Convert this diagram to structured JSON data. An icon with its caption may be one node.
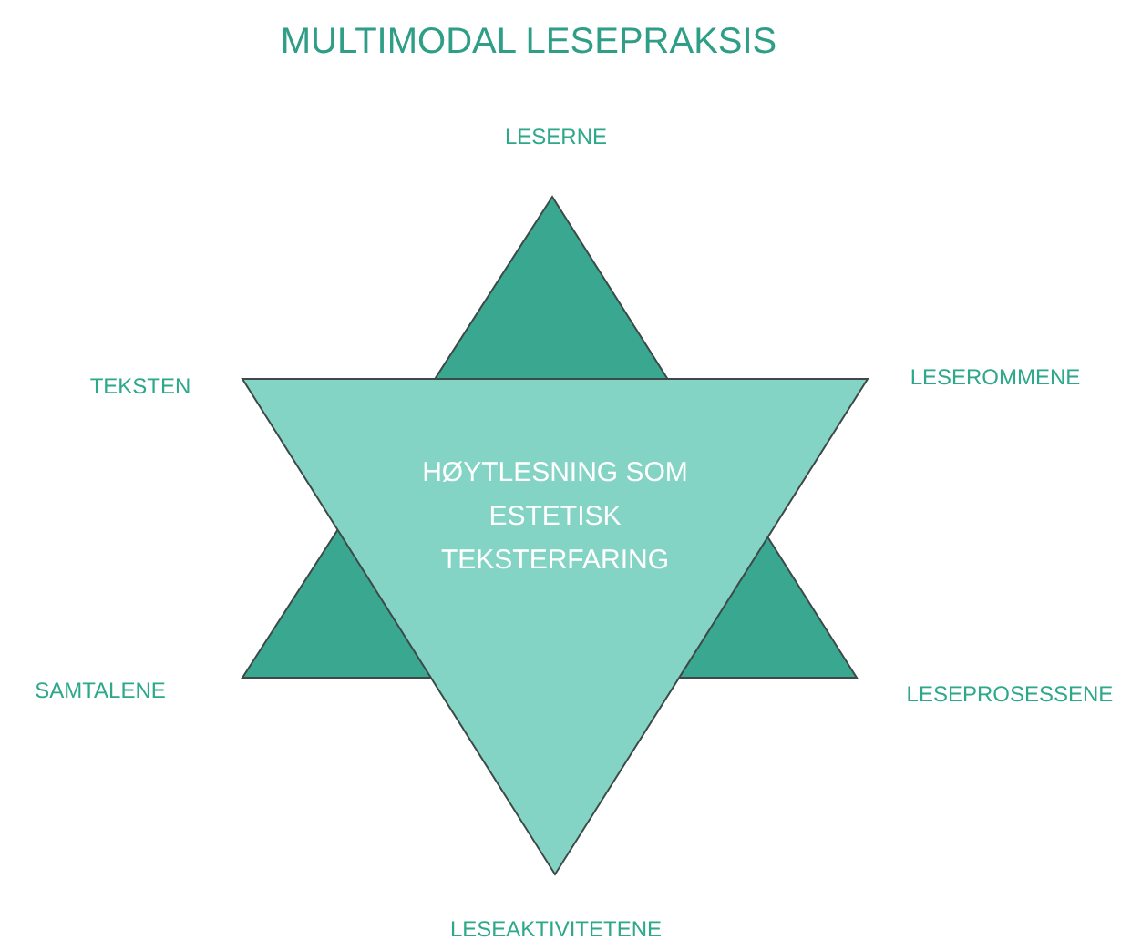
{
  "diagram": {
    "title": "MULTIMODAL LESEPRAKSIS",
    "nodes": [
      {
        "text": [
          "HØYTLESNING SOM ESTETISK TEKSTERFARING"
        ]
      }
    ],
    "labels": [
      "LESERNE",
      "TEKSTEN",
      "LESEROMMENE",
      "SAMTALENE",
      "LESEPROSESSENE",
      "LESEAKTIVITETENE"
    ]
  }
}
